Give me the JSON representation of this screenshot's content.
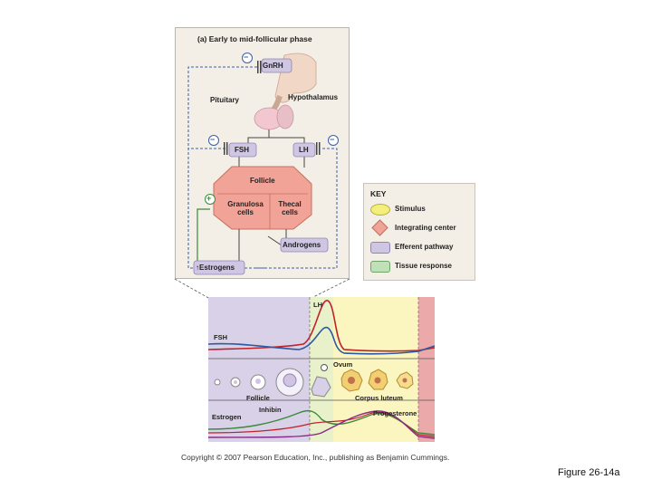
{
  "panel": {
    "title": "(a) Early to mid-follicular phase",
    "gnrh": "GnRH",
    "hypothalamus": "Hypothalamus",
    "pituitary": "Pituitary",
    "fsh": "FSH",
    "lh": "LH",
    "follicle": "Follicle",
    "granulosa": [
      "Granulosa",
      "cells"
    ],
    "thecal": [
      "Thecal",
      "cells"
    ],
    "androgens": "Androgens",
    "estrogens": "Estrogens",
    "minus_sign": "−",
    "plus_sign": "+"
  },
  "key": {
    "title": "KEY",
    "items": [
      {
        "label": "Stimulus",
        "color": "#f4ee7a"
      },
      {
        "label": "Integrating center",
        "color": "#f2a397"
      },
      {
        "label": "Efferent pathway",
        "color": "#cfc6e3"
      },
      {
        "label": "Tissue response",
        "color": "#bfe0b8"
      }
    ]
  },
  "graph": {
    "lh": "LH",
    "fsh": "FSH",
    "ovum": "Ovum",
    "follicle": "Follicle",
    "corpus_luteum": "Corpus luteum",
    "estrogen": "Estrogen",
    "inhibin": "Inhibin",
    "progesterone": "Progesterone"
  },
  "colors": {
    "follicular_bg": "#d9d1e8",
    "ovulation_bg": "#e8f1c9",
    "luteal_bg": "#fbf5c0",
    "menses_bg": "#eba9a9",
    "lh_line": "#c0222a",
    "fsh_line": "#2c5aa0",
    "estrogen_line": "#3b8a3b",
    "progesterone_line": "#8a2a8a"
  },
  "copyright": "Copyright © 2007 Pearson Education, Inc., publishing as Benjamin Cummings.",
  "figure_label": "Figure 26-14a"
}
